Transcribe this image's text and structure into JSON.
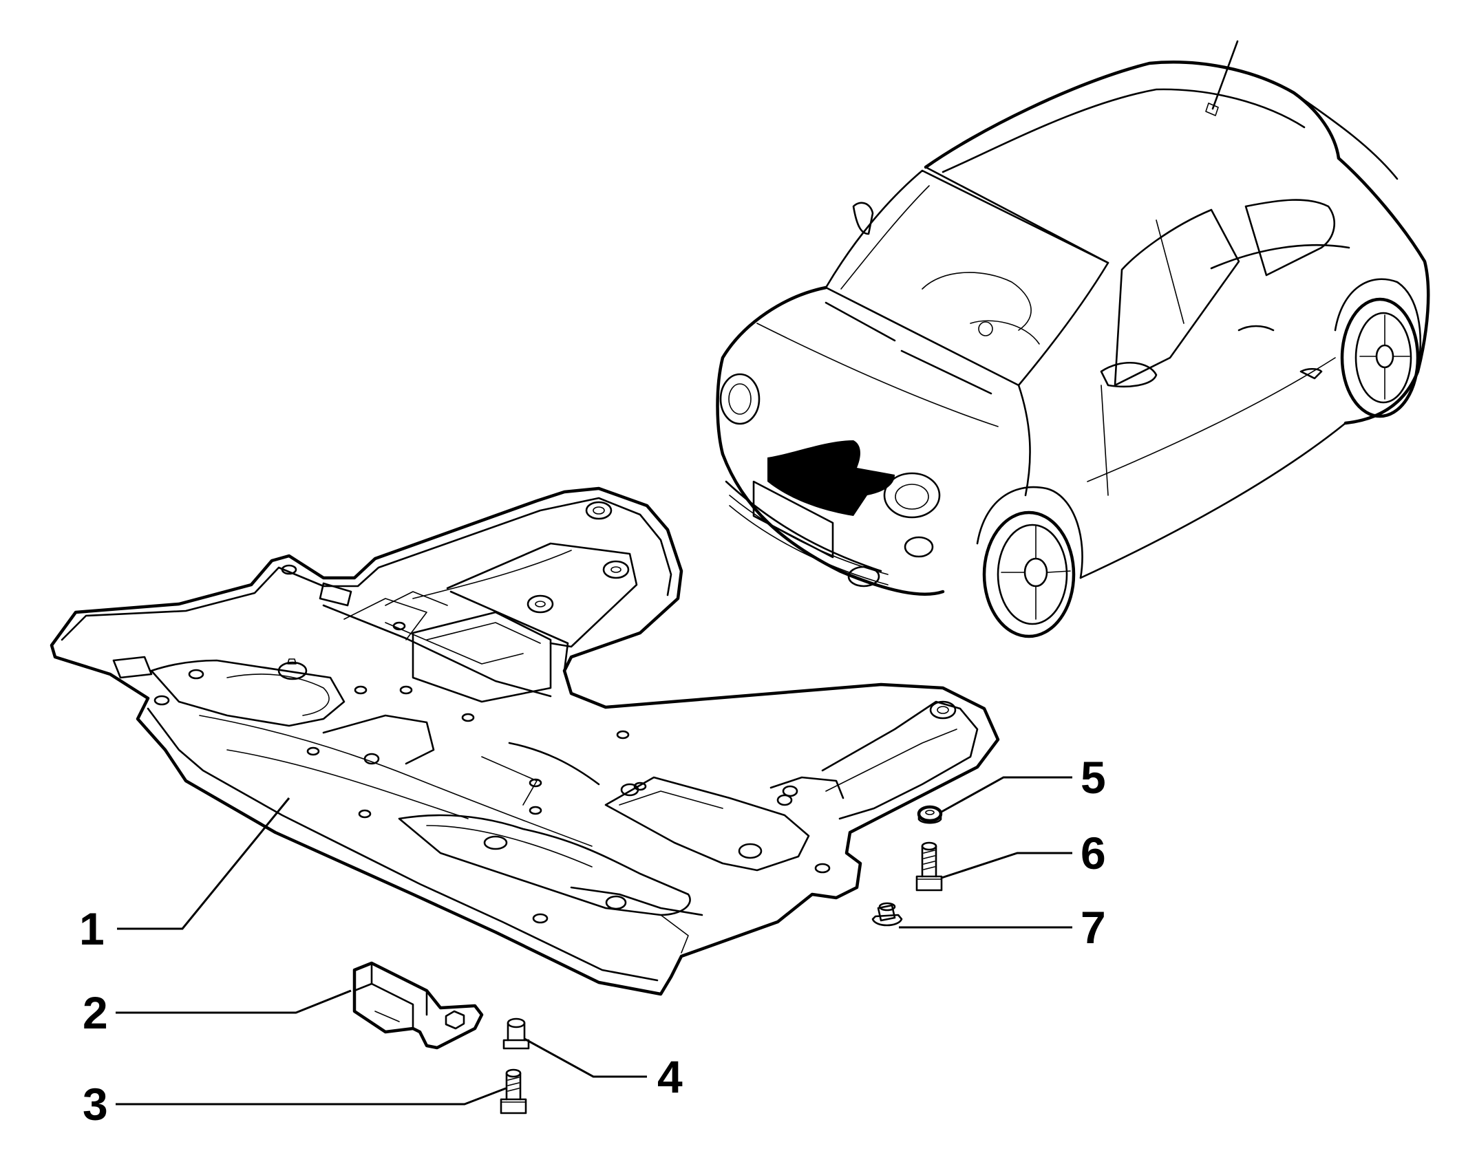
{
  "diagram": {
    "colors": {
      "line": "#000000",
      "background": "#ffffff"
    },
    "callouts": [
      {
        "id": "1",
        "label": "1",
        "part": "underbody-shield"
      },
      {
        "id": "2",
        "label": "2",
        "part": "bracket"
      },
      {
        "id": "3",
        "label": "3",
        "part": "bolt"
      },
      {
        "id": "4",
        "label": "4",
        "part": "spacer-bushing"
      },
      {
        "id": "5",
        "label": "5",
        "part": "washer"
      },
      {
        "id": "6",
        "label": "6",
        "part": "bolt"
      },
      {
        "id": "7",
        "label": "7",
        "part": "nut"
      }
    ]
  }
}
